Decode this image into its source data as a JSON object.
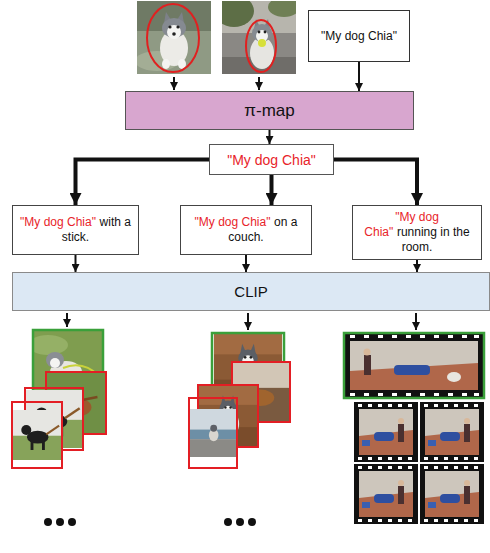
{
  "diagram": {
    "nodes": [
      {
        "text": [
          "\"My dog Chia\""
        ]
      },
      {
        "text": [
          "π-map"
        ]
      },
      {
        "text": [
          "\"My dog Chia\""
        ]
      },
      {
        "text": [
          "\"My dog Chia\"",
          "with a stick."
        ]
      },
      {
        "text": [
          "\"My dog Chia\"",
          "on a couch."
        ]
      },
      {
        "text": [
          "\"My dog Chia\"",
          "running in the room."
        ]
      },
      {
        "text": [
          "CLIP"
        ]
      }
    ],
    "edges": [
      {
        "from": 0,
        "to": 1,
        "arrow": "to"
      },
      {
        "from": 1,
        "to": 2,
        "arrow": "to"
      },
      {
        "from": 2,
        "to": 3,
        "arrow": "to"
      },
      {
        "from": 2,
        "to": 4,
        "arrow": "to"
      },
      {
        "from": 2,
        "to": 5,
        "arrow": "to"
      },
      {
        "from": 3,
        "to": 6,
        "arrow": "to"
      },
      {
        "from": 4,
        "to": 6,
        "arrow": "to"
      },
      {
        "from": 5,
        "to": 6,
        "arrow": "to"
      }
    ]
  }
}
